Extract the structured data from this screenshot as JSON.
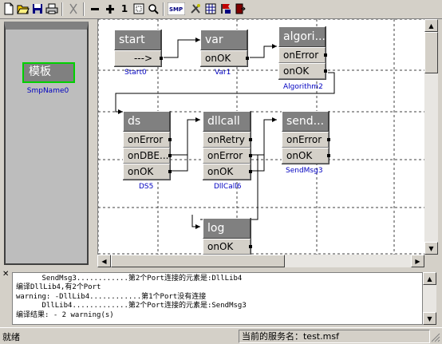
{
  "toolbar": {
    "number_label": "1",
    "smp_label": "SMP",
    "buttons": [
      "new-icon",
      "open-icon",
      "save-icon",
      "print-icon",
      "cut-icon",
      "minus-icon",
      "plus-icon",
      "fit-icon",
      "zoom-icon",
      "smp-icon",
      "tools-icon",
      "grid-icon",
      "flag-icon",
      "exit-icon"
    ]
  },
  "templates": {
    "item_label": "模板",
    "item_name": "SmpName0"
  },
  "nodes": {
    "start": {
      "title": "start",
      "port": "--->",
      "caption": "Start0"
    },
    "var": {
      "title": "var",
      "port": "onOK",
      "caption": "Var1"
    },
    "algorithm": {
      "title": "algori...",
      "ports": [
        "onError",
        "onOK"
      ],
      "caption": "Algorithm2"
    },
    "ds": {
      "title": "ds",
      "ports": [
        "onError",
        "onDBE...",
        "onOK"
      ],
      "caption": "DS5"
    },
    "dllcall": {
      "title": "dllcall",
      "ports": [
        "onRetry",
        "onError",
        "onOK"
      ],
      "caption": "DllCall6"
    },
    "sendmsg": {
      "title": "send...",
      "ports": [
        "onError",
        "onOK"
      ],
      "caption": "SendMsg3"
    },
    "log": {
      "title": "log",
      "port": "onOK"
    }
  },
  "output": {
    "lines": [
      "      SendMsg3............第2个Port连接的元素是:DllLib4",
      "编译DllLib4,有2个Port",
      "warning: -DllLib4............第1个Port没有连接",
      "      DllLib4.............第2个Port连接的元素是:SendMsg3",
      "编译结果: - 2 warning(s)"
    ]
  },
  "status": {
    "left": "就绪",
    "right": "当前的服务名：test.msf"
  }
}
